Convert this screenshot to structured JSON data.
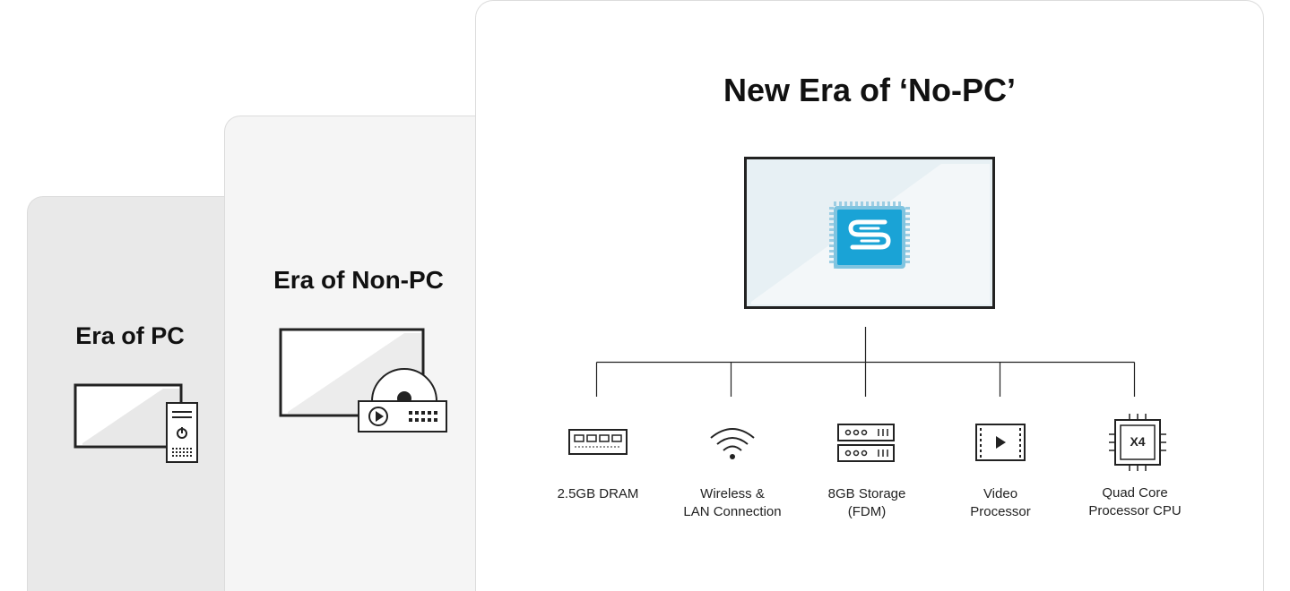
{
  "eras": [
    {
      "title": "Era of PC"
    },
    {
      "title": "Era of Non-PC"
    },
    {
      "title": "New Era of ‘No-PC’"
    }
  ],
  "chip": {
    "letter": "S"
  },
  "components": [
    {
      "label": "2.5GB DRAM",
      "icon": "dram-icon"
    },
    {
      "label": "Wireless &\nLAN Connection",
      "icon": "wifi-icon"
    },
    {
      "label": "8GB Storage\n(FDM)",
      "icon": "storage-icon"
    },
    {
      "label": "Video\nProcessor",
      "icon": "video-processor-icon"
    },
    {
      "label": "Quad Core\nProcessor CPU",
      "icon": "cpu-icon",
      "badge": "X4"
    }
  ],
  "colors": {
    "chip": "#1aa3d6",
    "screen": "#e6f0f4",
    "stroke": "#222222"
  }
}
